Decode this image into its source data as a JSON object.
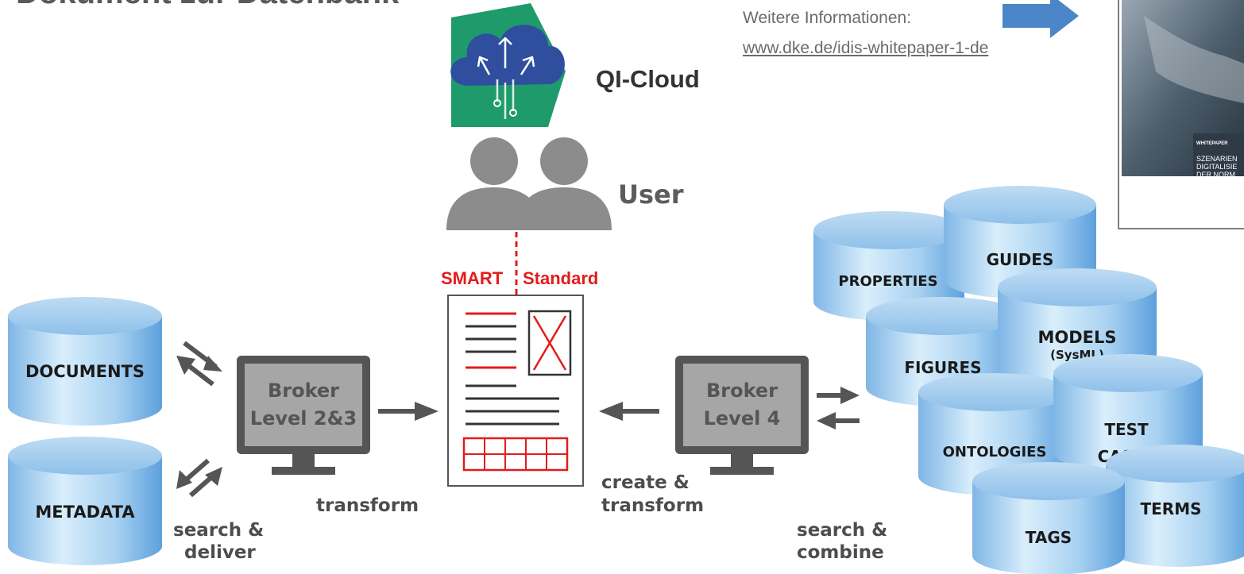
{
  "header": {
    "partial_title": "Dokument zur Datenbank"
  },
  "info": {
    "label": "Weitere Informationen:",
    "link": "www.dke.de/idis-whitepaper-1-de"
  },
  "cloud": {
    "label": "QI-Cloud"
  },
  "user": {
    "label": "User"
  },
  "smart": {
    "left": "SMART",
    "right": "Standard"
  },
  "left_stores": [
    "DOCUMENTS",
    "METADATA"
  ],
  "broker_left": {
    "line1": "Broker",
    "line2": "Level 2&3"
  },
  "broker_right": {
    "line1": "Broker",
    "line2": "Level 4"
  },
  "captions": {
    "search_deliver": [
      "search &",
      "deliver"
    ],
    "transform": "transform",
    "create_transform": [
      "create &",
      "transform"
    ],
    "search_combine": [
      "search &",
      "combine"
    ]
  },
  "right_stores": {
    "properties": "PROPERTIES",
    "guides": "GUIDES",
    "figures": "FIGURES",
    "models": "MODELS",
    "models_sub": "(SysML)",
    "ontologies": "ONTOLOGIES",
    "test_cases": [
      "TEST",
      "CASES"
    ],
    "tags": "TAGS",
    "terms": "TERMS"
  },
  "whitepaper": {
    "tag": "WHITEPAPER",
    "lines": [
      "SZENARIEN",
      "DIGITALISIE",
      "DER NORM"
    ]
  },
  "colors": {
    "accent_red": "#e31b1b",
    "db_light": "#c9e4f7",
    "db_mid": "#8fc3ec",
    "gray": "#595959",
    "arrow_blue": "#4a86c8"
  }
}
